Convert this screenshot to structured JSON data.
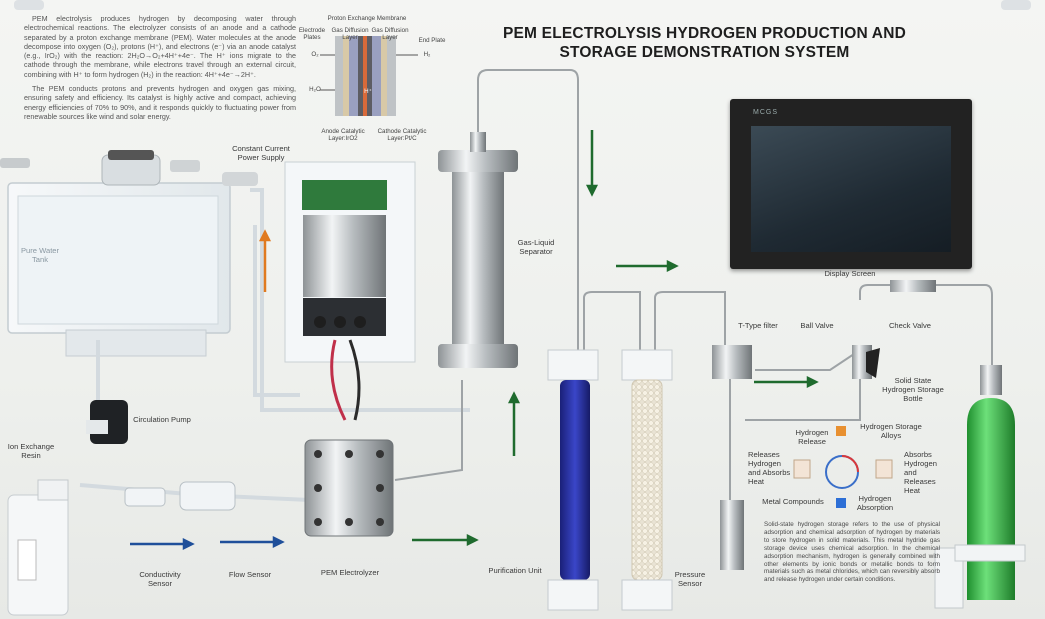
{
  "intro": {
    "p1": "PEM electrolysis produces hydrogen by decomposing water through electrochemical reactions. The electrolyzer consists of an anode and a cathode separated by a proton exchange membrane (PEM). Water molecules at the anode decompose into oxygen (O₂), protons (H⁺), and electrons (e⁻) via an anode catalyst (e.g., IrO₂) with the reaction: 2H₂O→O₂+4H⁺+4e⁻. The H⁺ ions migrate to the cathode through the membrane, while electrons travel through an external circuit, combining with H⁺ to form hydrogen (H₂) in the reaction: 4H⁺+4e⁻→2H⁺.",
    "p2": "The PEM conducts protons and prevents hydrogen and oxygen gas mixing, ensuring safety and efficiency. Its catalyst is highly active and compact, achieving energy efficiencies of 70% to 90%, and it responds quickly to fluctuating power from renewable sources like wind and solar energy."
  },
  "diagram": {
    "title": "Proton Exchange Membrane",
    "electrode_plates": "Electrode Plates",
    "gdl_left": "Gas Diffusion Layer",
    "gdl_right": "Gas Diffusion Layer",
    "end_plate": "End Plate",
    "o2": "O₂",
    "h2": "H₂",
    "h2o": "H₂O",
    "anode": "Anode Catalytic Layer:IrO2",
    "cathode": "Cathode Catalytic Layer:Pt/C",
    "h_plus": "H⁺"
  },
  "title": {
    "line1": "PEM ELECTROLYSIS HYDROGEN PRODUCTION AND",
    "line2": "STORAGE DEMONSTRATION SYSTEM"
  },
  "labels": {
    "power_supply": "Constant Current Power Supply",
    "separator": "Gas-Liquid Separator",
    "display": "Display Screen",
    "screen_brand": "MCGS",
    "tank": "Pure Water Tank",
    "circulation_pump": "Circulation Pump",
    "ion_resin": "Ion Exchange Resin",
    "conductivity": "Conductivity Sensor",
    "flow_sensor": "Flow Sensor",
    "electrolyzer": "PEM Electrolyzer",
    "purification": "Purification Unit",
    "pressure": "Pressure Sensor",
    "t_filter": "T-Type filter",
    "ball_valve": "Ball Valve",
    "check_valve": "Check Valve",
    "storage_bottle": "Solid State Hydrogen Storage Bottle",
    "h_storage_alloys": "Hydrogen Storage Alloys",
    "h_release": "Hydrogen Release",
    "releases": "Releases Hydrogen and Absorbs Heat",
    "absorbs": "Absorbs Hydrogen and Releases Heat",
    "metal_compounds": "Metal Compounds",
    "h_absorption": "Hydrogen Absorption"
  },
  "info": "Solid-state hydrogen storage refers to the use of physical adsorption and chemical adsorption of hydrogen by materials to store hydrogen in solid materials. This metal hydride gas storage device uses chemical adsorption. In the chemical adsorption mechanism, hydrogen is generally combined with other elements by ionic bonds or metallic bonds to form materials such as metal chlorides, which can reversibly absorb and release hydrogen under certain conditions.",
  "colors": {
    "arrow_green": "#1f6b2e",
    "arrow_blue": "#1f4f9a",
    "arrow_orange": "#e07a20",
    "cylinder_green": "#3fb94a",
    "desiccant_blue": "#2b36a8"
  }
}
